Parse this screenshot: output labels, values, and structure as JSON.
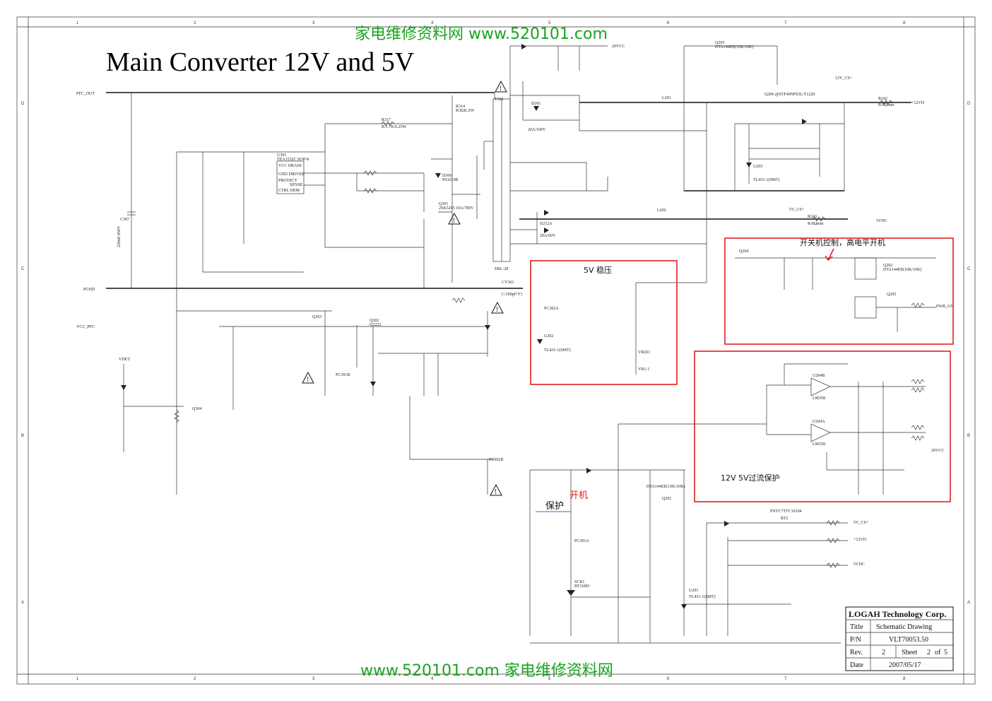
{
  "title": "Main Converter 12V and 5V",
  "watermark_top": "家电维修资料网  www.520101.com",
  "watermark_bottom": "www.520101.com 家电维修资料网",
  "grid_numbers": [
    "1",
    "2",
    "3",
    "4",
    "5",
    "6",
    "7",
    "8"
  ],
  "grid_letters": [
    "D",
    "C",
    "B",
    "A"
  ],
  "annotations": {
    "box_5v": "5V 稳压",
    "box_switch": "开关机控制，高电平开机",
    "box_overcurrent": "12V 5V过流保护",
    "protect": "保护",
    "power_on": "开机"
  },
  "nets": {
    "pfc_out": "PFC_OUT",
    "pgnd": "PGND",
    "vcc_pfc": "VCC_PFC",
    "vdet": "VDET",
    "v20vcc": "20VCC",
    "v12_plus": "+12VD",
    "v12_cs": "12V_CS+",
    "v5_cs": "5V_CS+",
    "v5vdc": "5VDC",
    "pwr_on": "PWR_ON",
    "v20vcc_b": "20VCC",
    "v5_cs_b": "5V_CS+",
    "v12_b": "+12VD",
    "v5vdc_b": "5VDC"
  },
  "components": [
    {
      "id": "T301",
      "text": "T301"
    },
    {
      "id": "U301",
      "text": "U301"
    },
    {
      "id": "U301v",
      "text": "TEA1532C SOP-8"
    },
    {
      "id": "pin1",
      "text": "VCC DRAIN"
    },
    {
      "id": "pin2",
      "text": "GND DRIVER"
    },
    {
      "id": "pin3",
      "text": "PROTECT"
    },
    {
      "id": "pin4",
      "text": "SENSE"
    },
    {
      "id": "pin5",
      "text": "CTRL  DEM"
    },
    {
      "id": "Q301",
      "text": "Q301"
    },
    {
      "id": "Q301v",
      "text": "2SK3265 10A/700V"
    },
    {
      "id": "D306",
      "text": "D306"
    },
    {
      "id": "D306v",
      "text": "PS1010R"
    },
    {
      "id": "R314",
      "text": "R314"
    },
    {
      "id": "R314v",
      "text": "R/82K/2W"
    },
    {
      "id": "R317",
      "text": "R317"
    },
    {
      "id": "R317v",
      "text": "R/1.7K/0.25W"
    },
    {
      "id": "L201",
      "text": "L201"
    },
    {
      "id": "L202",
      "text": "L202"
    },
    {
      "id": "Q205",
      "text": "Q205"
    },
    {
      "id": "Q205v",
      "text": "DTA144EE(10K/10K)"
    },
    {
      "id": "Q206",
      "text": "Q206 @STF40NF03L/T1220"
    },
    {
      "id": "U203",
      "text": "U203"
    },
    {
      "id": "U203v",
      "text": "TL431-1(SMT)"
    },
    {
      "id": "U202",
      "text": "U202"
    },
    {
      "id": "U202v",
      "text": "TL431-1(SMT)"
    },
    {
      "id": "VR201",
      "text": "VR201"
    },
    {
      "id": "VR1",
      "text": "VR1-1"
    },
    {
      "id": "Q204",
      "text": "Q204"
    },
    {
      "id": "Q202",
      "text": "Q202"
    },
    {
      "id": "Q202v",
      "text": "DTA144EE(10K/10K)"
    },
    {
      "id": "Q203",
      "text": "Q203"
    },
    {
      "id": "R242",
      "text": "R242"
    },
    {
      "id": "R242v",
      "text": "R/0Ωmm"
    },
    {
      "id": "R243",
      "text": "R243"
    },
    {
      "id": "R243v",
      "text": "R/0Ωmm"
    },
    {
      "id": "U204B",
      "text": "U204B"
    },
    {
      "id": "U204A",
      "text": "U204A"
    },
    {
      "id": "LM358a",
      "text": "LM358"
    },
    {
      "id": "LM358b",
      "text": "LM358"
    },
    {
      "id": "RT2",
      "text": "RT2"
    },
    {
      "id": "RT2v",
      "text": "PNTC7TTC10104"
    },
    {
      "id": "SCR1",
      "text": "SCR1"
    },
    {
      "id": "SCR1v",
      "text": "BT169D"
    },
    {
      "id": "Q201",
      "text": "Q201"
    },
    {
      "id": "Q201v",
      "text": "DTA144EE(10K/10K)"
    },
    {
      "id": "U201",
      "text": "U201"
    },
    {
      "id": "U201v",
      "text": "TL431-1(SMT)"
    },
    {
      "id": "PC301A",
      "text": "PC301A"
    },
    {
      "id": "PC302A",
      "text": "PC302A"
    },
    {
      "id": "PC301B",
      "text": "PC301B"
    },
    {
      "id": "PC302B",
      "text": "PC302B"
    },
    {
      "id": "Q302",
      "text": "Q302"
    },
    {
      "id": "Q302v",
      "text": "Q2222"
    },
    {
      "id": "Q303",
      "text": "Q303"
    },
    {
      "id": "Q304",
      "text": "Q304"
    },
    {
      "id": "C307",
      "text": "C307"
    },
    {
      "id": "C307v",
      "text": "220uF/450V"
    },
    {
      "id": "CY301",
      "text": "CY301"
    },
    {
      "id": "CY301v",
      "text": "C/100pF/Y1"
    },
    {
      "id": "ERL28",
      "text": "ERL-28"
    },
    {
      "id": "D201",
      "text": "D201"
    },
    {
      "id": "D201v",
      "text": "20A/100V"
    },
    {
      "id": "D212",
      "text": "D212A"
    },
    {
      "id": "D212v",
      "text": "20A/60V"
    }
  ],
  "title_block": {
    "company": "LOGAH Technology Corp.",
    "title_label": "Title",
    "title_value": "Schematic Drawing",
    "pn_label": "P/N",
    "pn_value": "VLT70053.50",
    "rev_label": "Rev.",
    "rev_value": "2",
    "sheet_label": "Sheet",
    "sheet_value": "2",
    "of_label": "of",
    "of_value": "5",
    "date_label": "Date",
    "date_value": "2007/05/17"
  },
  "colors": {
    "watermark": "#1aa321",
    "highlight_box": "#e02020",
    "wire": "#333333"
  }
}
